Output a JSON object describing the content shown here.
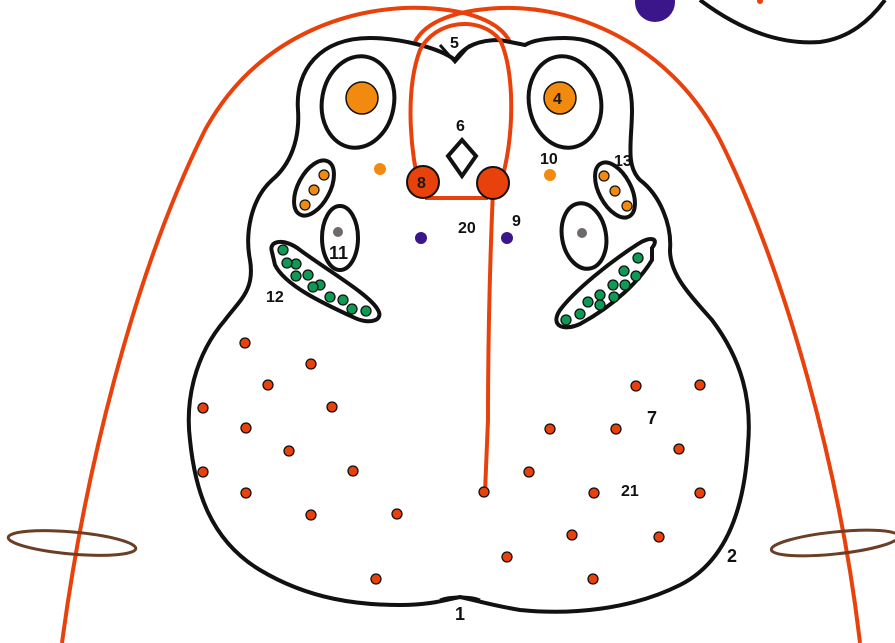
{
  "colors": {
    "outline": "#111111",
    "curve": "#e8410c",
    "orange_dot": "#f28a10",
    "red_dot": "#e8410c",
    "purple": "#3a168a",
    "green": "#0e9a55",
    "grey": "#6f6a6a",
    "brown": "#6b3e26",
    "background": "#ffffff"
  },
  "labels": {
    "l1": "1",
    "l2": "2",
    "l4": "4",
    "l5": "5",
    "l6": "6",
    "l7": "7",
    "l8": "8",
    "l9": "9",
    "l10": "10",
    "l11": "11",
    "l12": "12",
    "l13": "13",
    "l20": "20",
    "l21": "21"
  }
}
